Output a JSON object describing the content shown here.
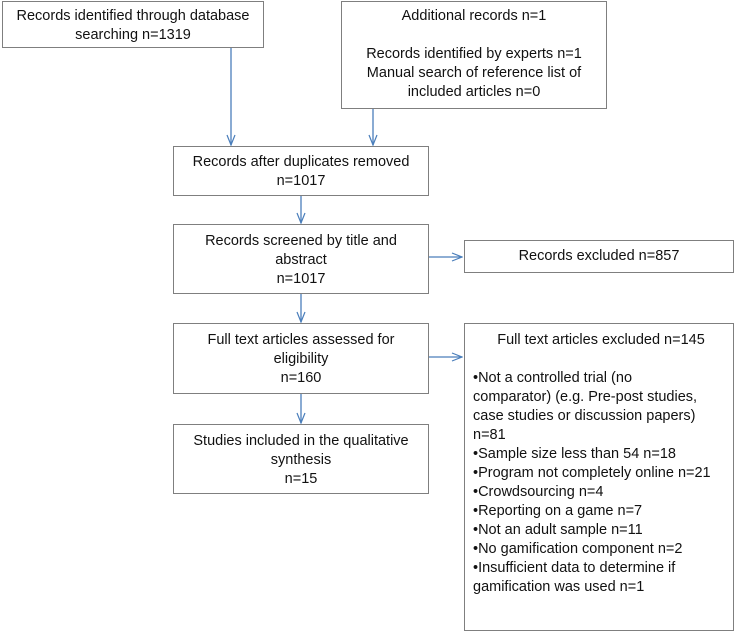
{
  "boxes": {
    "db_search": {
      "lines": [
        "Records identified through database",
        "searching n=1319"
      ]
    },
    "additional": {
      "lines": [
        "Additional records n=1",
        "",
        "Records identified by experts n=1",
        "Manual search of reference list of",
        "included articles n=0"
      ]
    },
    "dupes_removed": {
      "lines": [
        "Records after duplicates removed",
        "n=1017"
      ]
    },
    "screened": {
      "lines": [
        "Records screened by title and",
        "abstract",
        "n=1017"
      ]
    },
    "excluded_857": {
      "lines": [
        "Records excluded n=857"
      ]
    },
    "fulltext": {
      "lines": [
        "Full text articles assessed for",
        "eligibility",
        "n=160"
      ]
    },
    "included": {
      "lines": [
        "Studies included in the qualitative",
        "synthesis",
        "n=15"
      ]
    },
    "fulltext_excluded": {
      "title": "Full text articles excluded n=145",
      "items": [
        {
          "lines": [
            "Not a controlled trial  (no",
            "comparator) (e.g. Pre-post studies,",
            "case studies or discussion papers)",
            "n=81"
          ]
        },
        {
          "lines": [
            "Sample size less than 54 n=18"
          ]
        },
        {
          "lines": [
            "Program not completely online n=21"
          ]
        },
        {
          "lines": [
            "Crowdsourcing n=4"
          ]
        },
        {
          "lines": [
            "Reporting  on a game n=7"
          ]
        },
        {
          "lines": [
            "Not an adult sample n=11"
          ]
        },
        {
          "lines": [
            "No gamification component n=2"
          ]
        },
        {
          "lines": [
            "Insufficient data to determine if",
            "gamification was used n=1"
          ]
        }
      ]
    }
  },
  "colors": {
    "arrow": "#4a7ebb",
    "border": "#7f7f7f"
  }
}
